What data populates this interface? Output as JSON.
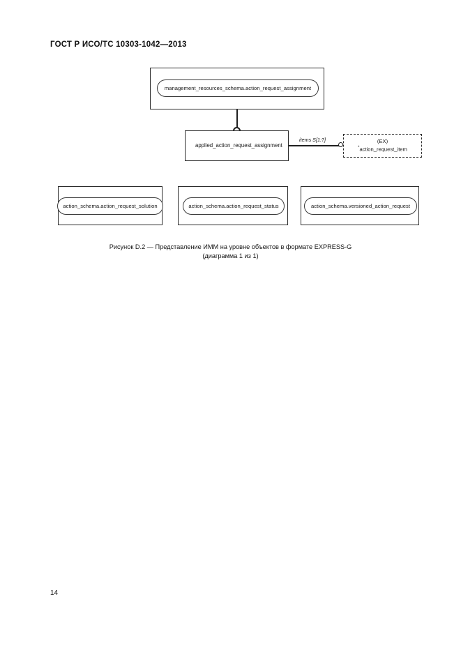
{
  "document": {
    "header": "ГОСТ Р ИСО/ТС 10303-1042—2013",
    "page_number": "14"
  },
  "figure": {
    "caption_line1": "Рисунок D.2 — Представление ИММ на уровне объектов в формате EXPRESS-G",
    "caption_line2": "(диаграмма 1 из 1)",
    "schema_box_top": {
      "entity_label": "management_resources_schema.action_request_assignment"
    },
    "entity_applied": {
      "label": "applied_action_request_assignment"
    },
    "relationship": {
      "label": "items S[1:?]"
    },
    "reference_box": {
      "kind": "(EX)",
      "star": "*",
      "name": "action_request_item"
    },
    "bottom_boxes": [
      {
        "entity_label": "action_schema.action_request_solution"
      },
      {
        "entity_label": "action_schema.action_request_status"
      },
      {
        "entity_label": "action_schema.versioned_action_request"
      }
    ]
  },
  "colors": {
    "ink": "#1a1a1a",
    "rule": "#2b2b2b",
    "paper": "#ffffff"
  }
}
